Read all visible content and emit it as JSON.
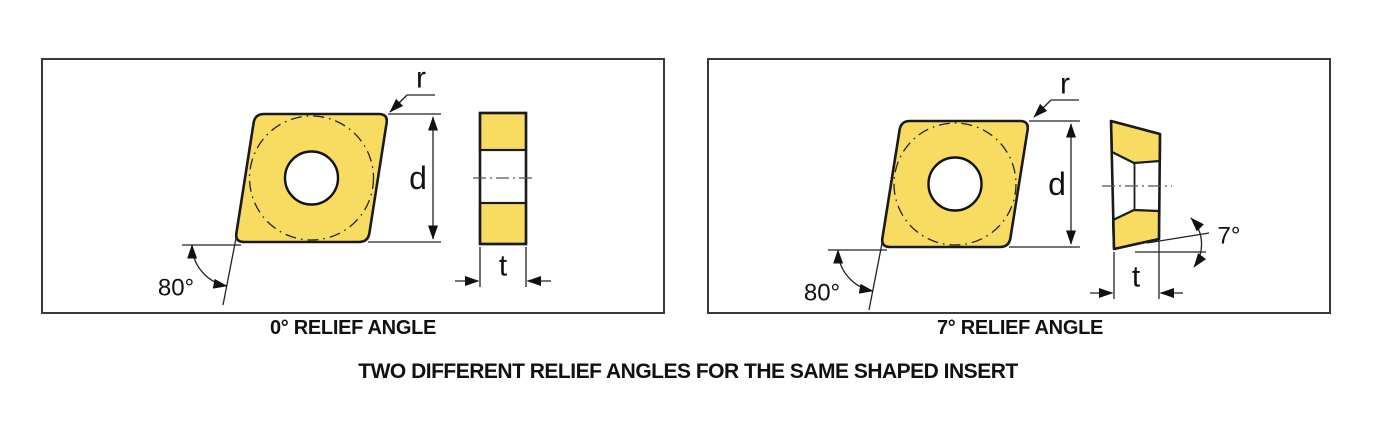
{
  "figure": {
    "left_panel": {
      "caption": "0° RELIEF ANGLE",
      "labels": {
        "corner_radius": "r",
        "diameter": "d",
        "thickness": "t",
        "point_angle": "80°"
      }
    },
    "right_panel": {
      "caption": "7° RELIEF ANGLE",
      "labels": {
        "corner_radius": "r",
        "diameter": "d",
        "thickness": "t",
        "point_angle": "80°",
        "relief_angle": "7°"
      }
    },
    "bottom_caption": "TWO DIFFERENT RELIEF ANGLES FOR THE SAME SHAPED INSERT",
    "colors": {
      "insert_fill": "#F8DC62",
      "outline": "#1A1A1A",
      "dimension_lines": "#222222",
      "centerline": "#555555",
      "panel_border": "#3A3A3A",
      "background": "#FFFFFF",
      "text": "#111111"
    }
  }
}
